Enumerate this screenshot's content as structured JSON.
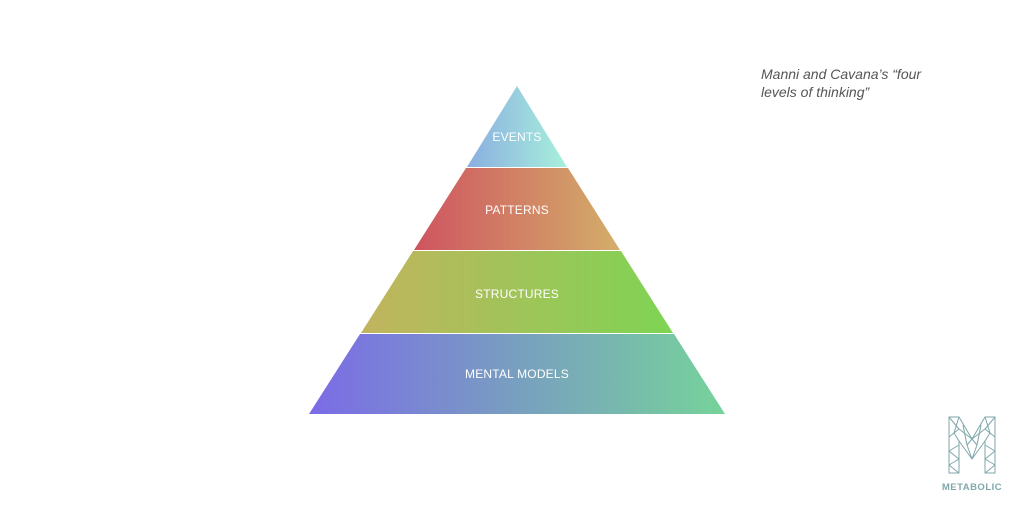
{
  "caption": "Manni and Cavana’s “four levels of thinking”",
  "levels": [
    {
      "label": "EVENTS",
      "color_left": "#8aaee0",
      "color_right": "#a8f0dc"
    },
    {
      "label": "PATTERNS",
      "color_left": "#cf5460",
      "color_right": "#d3ae6a"
    },
    {
      "label": "STRUCTURES",
      "color_left": "#c2b45e",
      "color_right": "#7ed454"
    },
    {
      "label": "MENTAL MODELS",
      "color_left": "#7b6be6",
      "color_right": "#76d39a"
    }
  ],
  "logo": {
    "wordmark": "METABOLIC",
    "color": "#7fa7ab"
  }
}
